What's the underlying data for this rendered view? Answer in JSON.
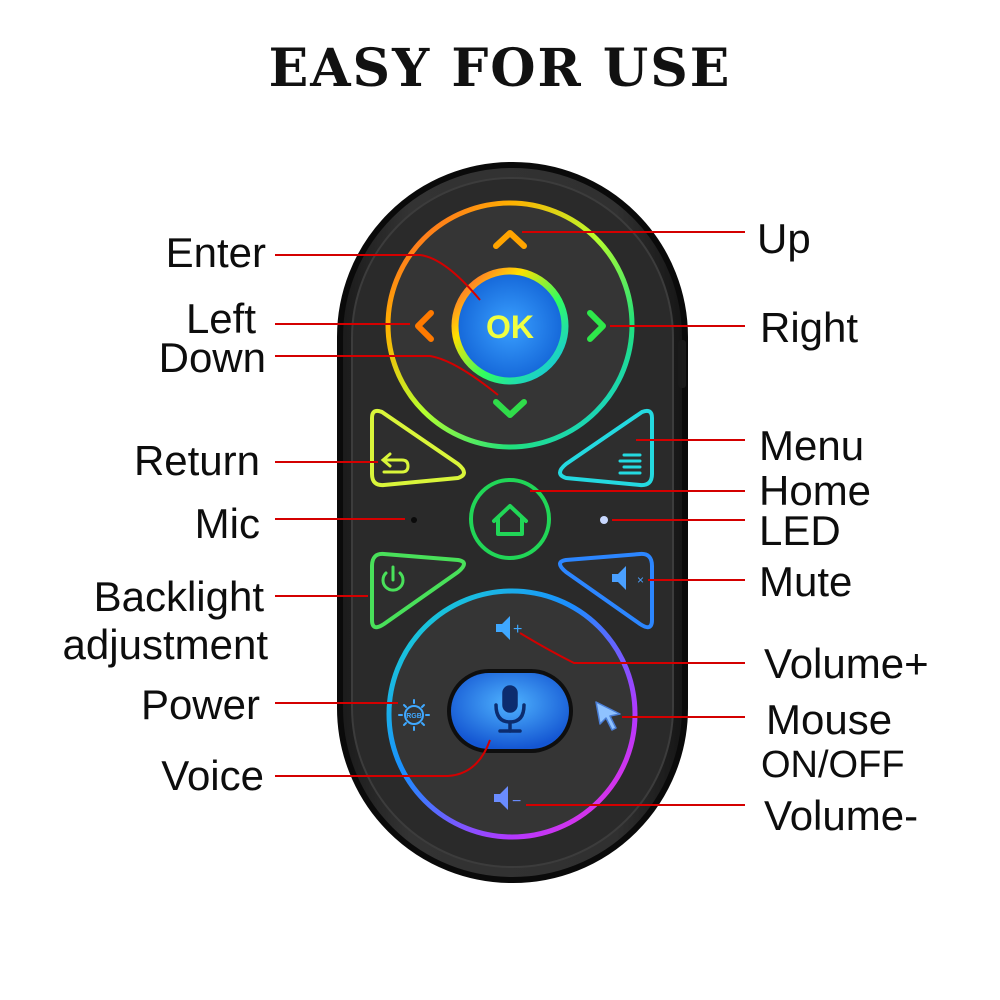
{
  "title": "EASY FOR USE",
  "remote": {
    "ok_label": "OK",
    "rgb_label": "RGB",
    "body_color": "#2b2b2b",
    "outline_color": "#111111"
  },
  "labels": {
    "enter": "Enter",
    "left": "Left",
    "down": "Down",
    "return": "Return",
    "mic": "Mic",
    "backlight_line1": "Backlight",
    "backlight_line2": "adjustment",
    "power": "Power",
    "voice": "Voice",
    "up": "Up",
    "right": "Right",
    "menu": "Menu",
    "home": "Home",
    "led": "LED",
    "mute": "Mute",
    "volume_plus": "Volume+",
    "mouse_line1": "Mouse",
    "mouse_line2": "ON/OFF",
    "volume_minus": "Volume-"
  },
  "colors": {
    "leader_line": "#d40000",
    "ok_button": "#1e8fff",
    "voice_button": "#1e7cff"
  }
}
